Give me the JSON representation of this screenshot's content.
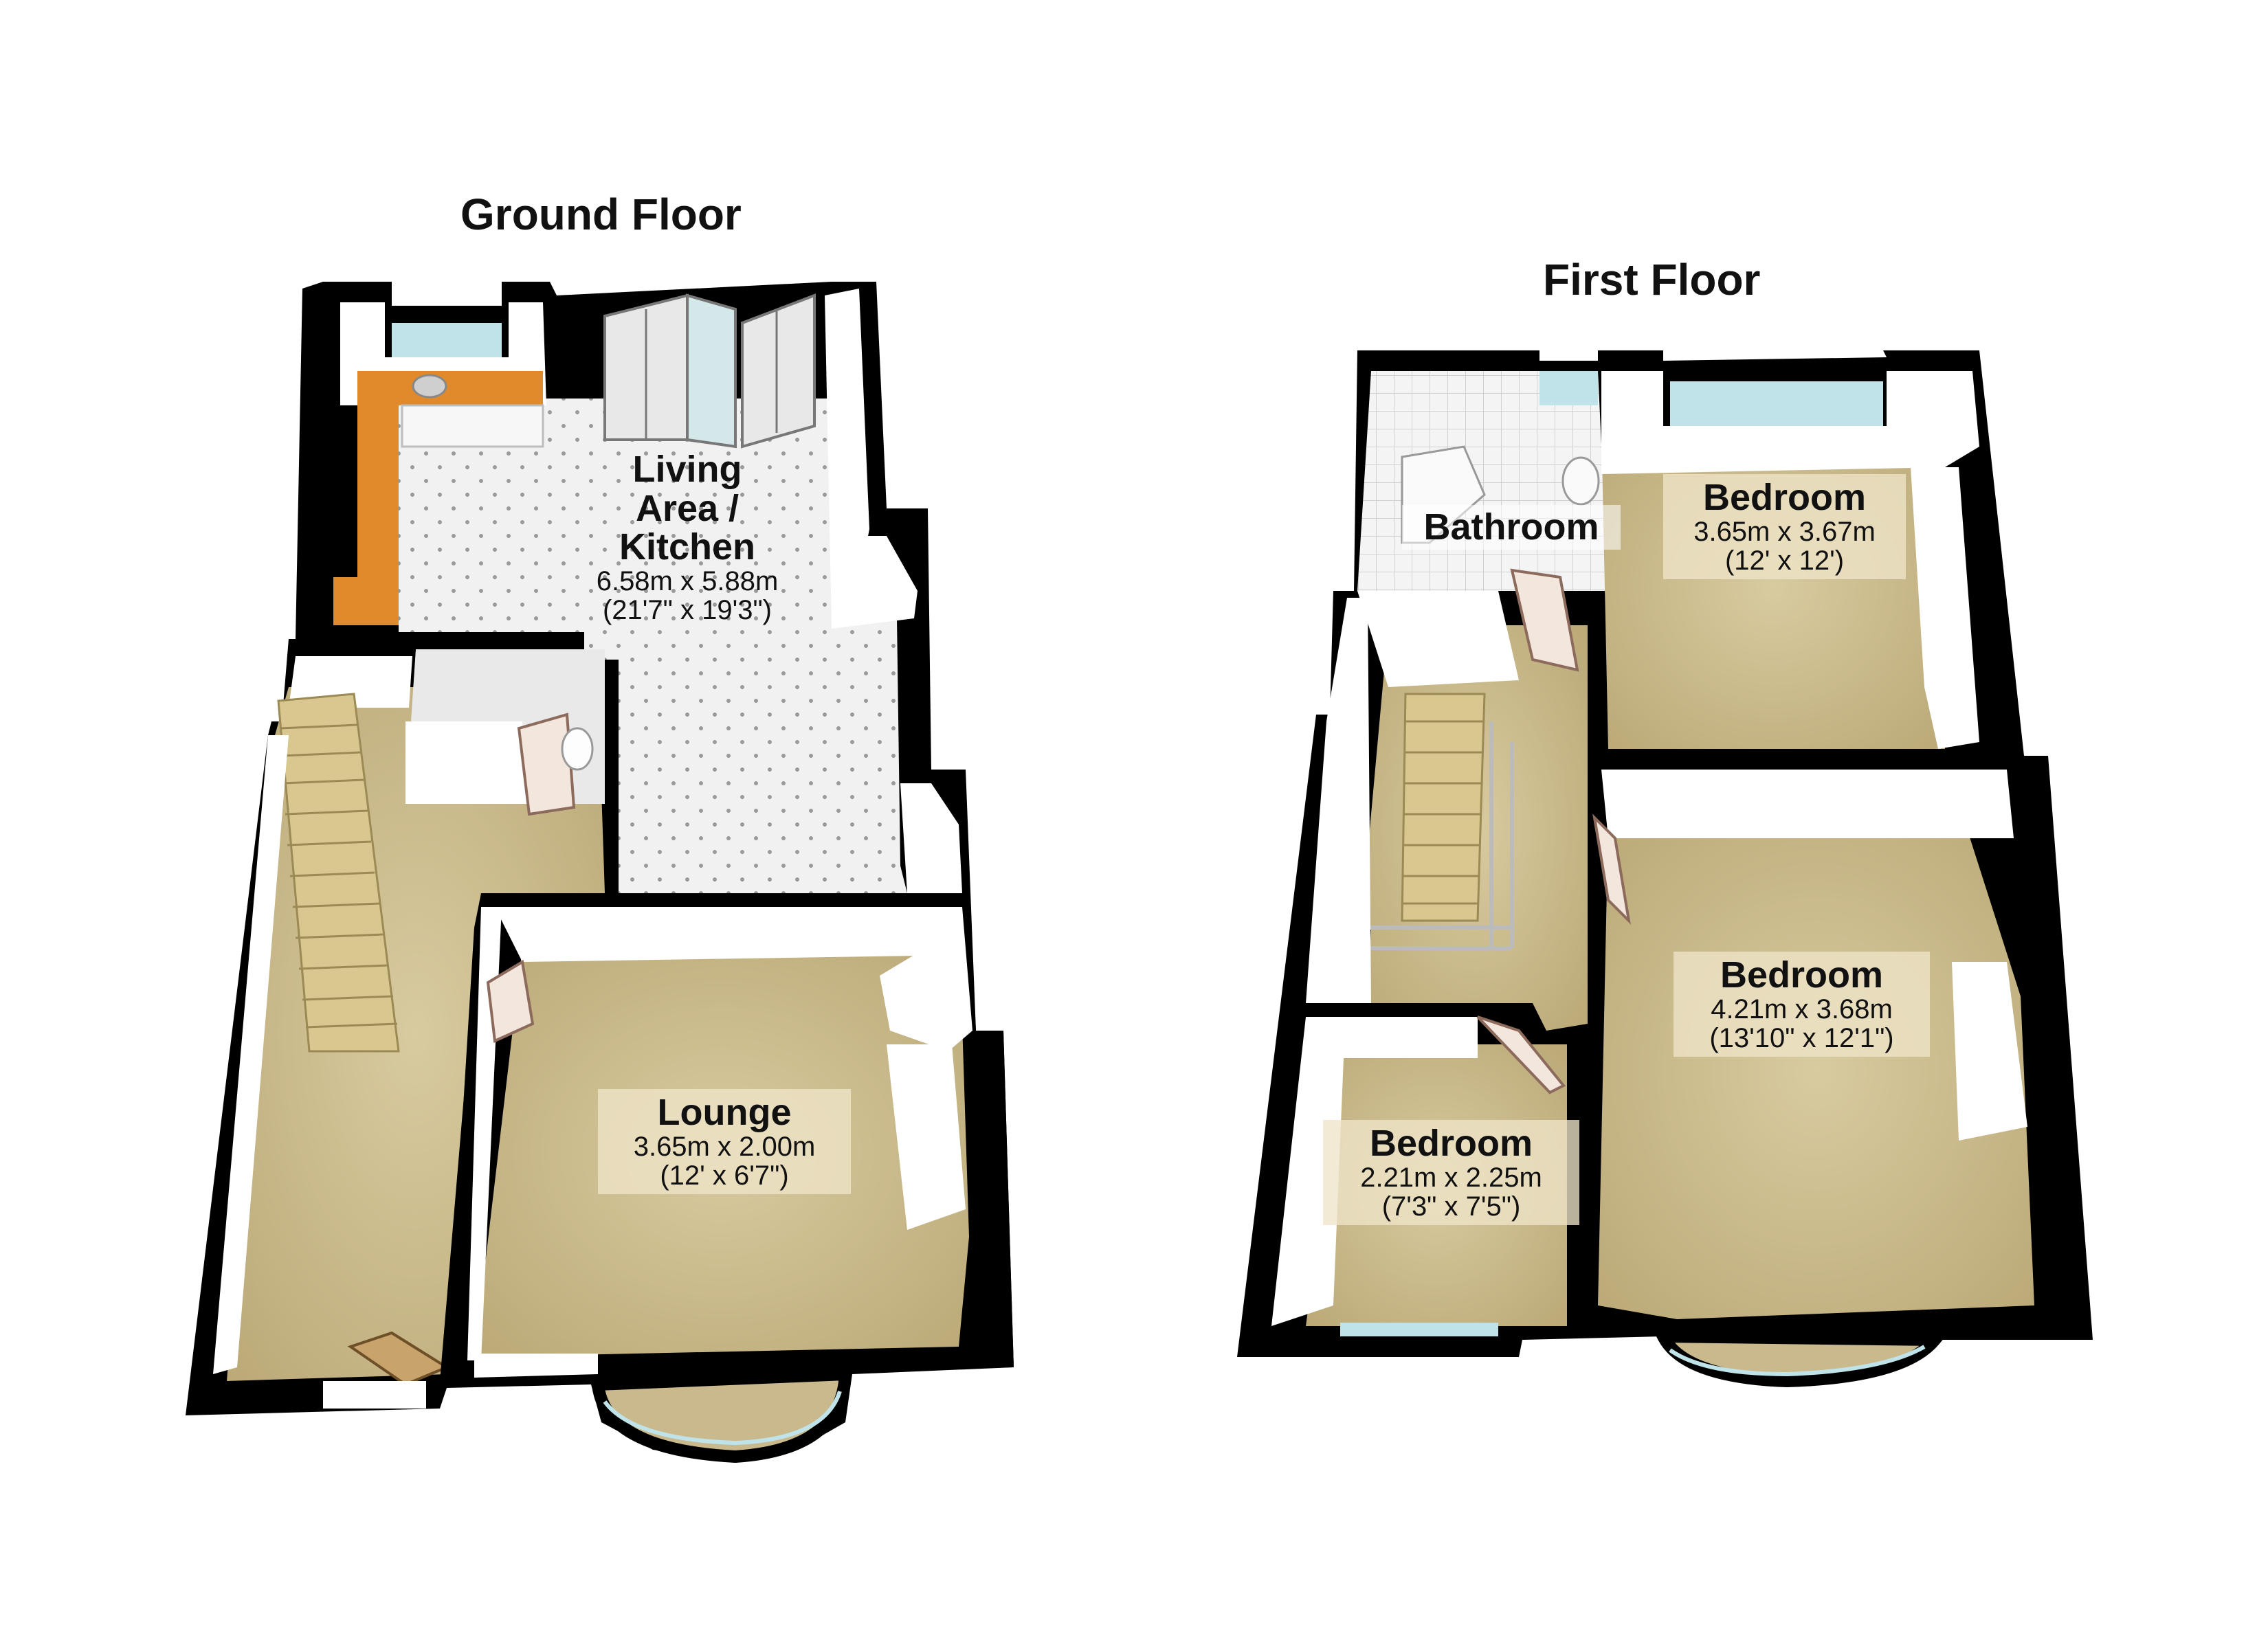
{
  "floors": {
    "ground": {
      "title": "Ground Floor",
      "rooms": {
        "living": {
          "name_lines": [
            "Living",
            "Area /",
            "Kitchen"
          ],
          "dims": "6.58m x 5.88m",
          "dims_imperial": "(21'7\" x 19'3\")"
        },
        "lounge": {
          "name": "Lounge",
          "dims": "3.65m x 2.00m",
          "dims_imperial": "(12' x 6'7\")"
        }
      }
    },
    "first": {
      "title": "First Floor",
      "rooms": {
        "bathroom": {
          "name": "Bathroom"
        },
        "bedroom1": {
          "name": "Bedroom",
          "dims": "3.65m x 3.67m",
          "dims_imperial": "(12' x 12')"
        },
        "bedroom2": {
          "name": "Bedroom",
          "dims": "4.21m x 3.68m",
          "dims_imperial": "(13'10\" x 12'1\")"
        },
        "bedroom3": {
          "name": "Bedroom",
          "dims": "2.21m x 2.25m",
          "dims_imperial": "(7'3\" x 7'5\")"
        }
      }
    }
  },
  "colors": {
    "carpet": "#c9b98d",
    "wall": "#000000",
    "wall_face": "#ffffff",
    "kitchen_worktop": "#e08a2c",
    "tile_floor": "#f1f1f1",
    "window_glass": "#bfe3e8"
  }
}
